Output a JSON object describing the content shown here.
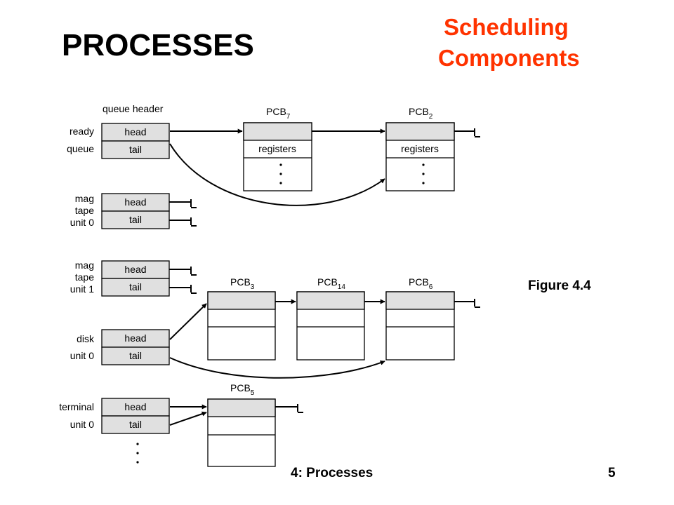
{
  "title": "PROCESSES",
  "subtitle": [
    "Scheduling",
    "Components"
  ],
  "figure_label": "Figure 4.4",
  "footer": {
    "text": "4: Processes",
    "page": "5"
  },
  "accent_color": "#ff3300",
  "diagram": {
    "queue_header_label": "queue header",
    "field_head": "head",
    "field_tail": "tail",
    "registers_label": "registers",
    "queues": [
      {
        "label_lines": [
          "ready",
          "queue"
        ],
        "pcbs": [
          {
            "base": "PCB",
            "sub": "7"
          },
          {
            "base": "PCB",
            "sub": "2"
          }
        ]
      },
      {
        "label_lines": [
          "mag",
          "tape",
          "unit 0"
        ],
        "pcbs": []
      },
      {
        "label_lines": [
          "mag",
          "tape",
          "unit 1"
        ],
        "pcbs": []
      },
      {
        "label_lines": [
          "disk",
          "unit 0"
        ],
        "pcbs": [
          {
            "base": "PCB",
            "sub": "3"
          },
          {
            "base": "PCB",
            "sub": "14"
          },
          {
            "base": "PCB",
            "sub": "6"
          }
        ]
      },
      {
        "label_lines": [
          "terminal",
          "unit 0"
        ],
        "pcbs": [
          {
            "base": "PCB",
            "sub": "5"
          }
        ]
      }
    ]
  }
}
